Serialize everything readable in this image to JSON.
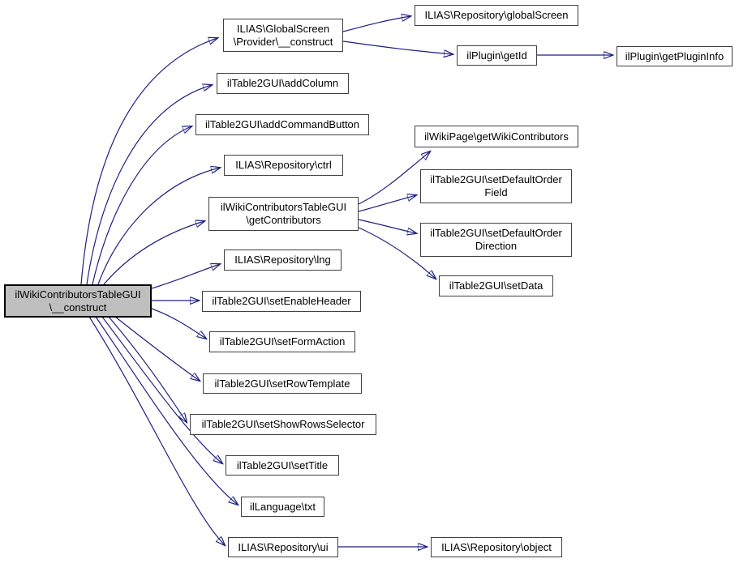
{
  "diagram": {
    "type": "call-graph",
    "colors": {
      "edge": "#1e1e82",
      "node_border": "#404040",
      "node_fill": "#ffffff",
      "highlight_fill": "#bfbfbf",
      "text": "#000000",
      "background": "#ffffff"
    }
  },
  "nodes": [
    {
      "id": "construct",
      "highlighted": true,
      "lines": [
        "ilWikiContributorsTableGUI",
        "\\__construct"
      ]
    },
    {
      "id": "provider_construct",
      "lines": [
        "ILIAS\\GlobalScreen",
        "\\Provider\\__construct"
      ]
    },
    {
      "id": "add_column",
      "lines": [
        "ilTable2GUI\\addColumn"
      ]
    },
    {
      "id": "add_command_button",
      "lines": [
        "ilTable2GUI\\addCommandButton"
      ]
    },
    {
      "id": "ctrl",
      "lines": [
        "ILIAS\\Repository\\ctrl"
      ]
    },
    {
      "id": "get_contributors",
      "lines": [
        "ilWikiContributorsTableGUI",
        "\\getContributors"
      ]
    },
    {
      "id": "lng",
      "lines": [
        "ILIAS\\Repository\\lng"
      ]
    },
    {
      "id": "set_enable_header",
      "lines": [
        "ilTable2GUI\\setEnableHeader"
      ]
    },
    {
      "id": "set_form_action",
      "lines": [
        "ilTable2GUI\\setFormAction"
      ]
    },
    {
      "id": "set_row_template",
      "lines": [
        "ilTable2GUI\\setRowTemplate"
      ]
    },
    {
      "id": "set_show_rows_selector",
      "lines": [
        "ilTable2GUI\\setShowRowsSelector"
      ]
    },
    {
      "id": "set_title",
      "lines": [
        "ilTable2GUI\\setTitle"
      ]
    },
    {
      "id": "txt",
      "lines": [
        "ilLanguage\\txt"
      ]
    },
    {
      "id": "ui",
      "lines": [
        "ILIAS\\Repository\\ui"
      ]
    },
    {
      "id": "global_screen",
      "lines": [
        "ILIAS\\Repository\\globalScreen"
      ]
    },
    {
      "id": "get_id",
      "lines": [
        "ilPlugin\\getId"
      ]
    },
    {
      "id": "get_plugin_info",
      "lines": [
        "ilPlugin\\getPluginInfo"
      ]
    },
    {
      "id": "get_wiki_contributors",
      "lines": [
        "ilWikiPage\\getWikiContributors"
      ]
    },
    {
      "id": "set_default_order_field",
      "lines": [
        "ilTable2GUI\\setDefaultOrder",
        "Field"
      ]
    },
    {
      "id": "set_default_order_direction",
      "lines": [
        "ilTable2GUI\\setDefaultOrder",
        "Direction"
      ]
    },
    {
      "id": "set_data",
      "lines": [
        "ilTable2GUI\\setData"
      ]
    },
    {
      "id": "object",
      "lines": [
        "ILIAS\\Repository\\object"
      ]
    }
  ],
  "edges": [
    {
      "from": "construct",
      "to": "provider_construct"
    },
    {
      "from": "construct",
      "to": "add_column"
    },
    {
      "from": "construct",
      "to": "add_command_button"
    },
    {
      "from": "construct",
      "to": "ctrl"
    },
    {
      "from": "construct",
      "to": "get_contributors"
    },
    {
      "from": "construct",
      "to": "lng"
    },
    {
      "from": "construct",
      "to": "set_enable_header"
    },
    {
      "from": "construct",
      "to": "set_form_action"
    },
    {
      "from": "construct",
      "to": "set_row_template"
    },
    {
      "from": "construct",
      "to": "set_show_rows_selector"
    },
    {
      "from": "construct",
      "to": "set_title"
    },
    {
      "from": "construct",
      "to": "txt"
    },
    {
      "from": "construct",
      "to": "ui"
    },
    {
      "from": "provider_construct",
      "to": "global_screen"
    },
    {
      "from": "provider_construct",
      "to": "get_id"
    },
    {
      "from": "get_id",
      "to": "get_plugin_info"
    },
    {
      "from": "get_contributors",
      "to": "get_wiki_contributors"
    },
    {
      "from": "get_contributors",
      "to": "set_default_order_field"
    },
    {
      "from": "get_contributors",
      "to": "set_default_order_direction"
    },
    {
      "from": "get_contributors",
      "to": "set_data"
    },
    {
      "from": "ui",
      "to": "object"
    }
  ]
}
